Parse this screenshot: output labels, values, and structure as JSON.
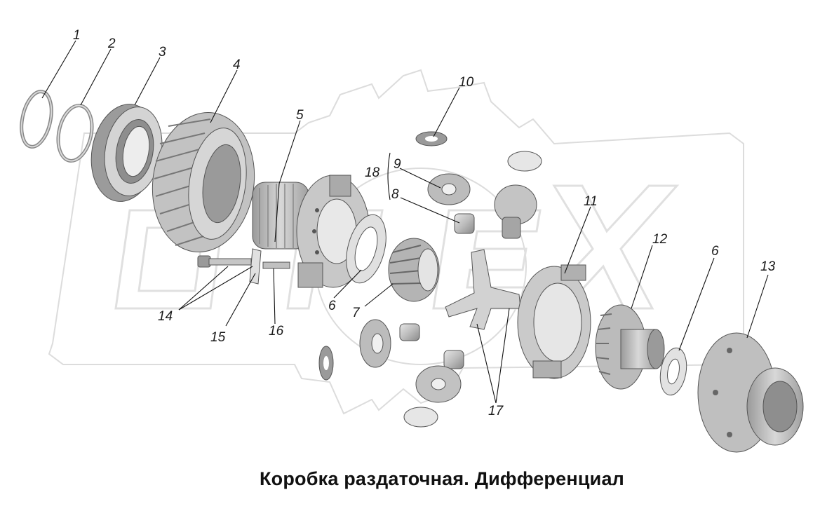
{
  "caption": "Коробка раздаточная. Дифференциал",
  "callouts": {
    "n1": "1",
    "n2": "2",
    "n3": "3",
    "n4": "4",
    "n5": "5",
    "n6a": "6",
    "n6b": "6",
    "n7": "7",
    "n8": "8",
    "n9": "9",
    "n10": "10",
    "n11": "11",
    "n12": "12",
    "n13": "13",
    "n14": "14",
    "n15": "15",
    "n16": "16",
    "n17": "17",
    "n18": "18"
  },
  "colors": {
    "part_fill": "#bdbdbd",
    "part_dark": "#8e8e8e",
    "part_light": "#e2e2e2",
    "watermark_stroke": "#dcdcdc",
    "text": "#111111"
  }
}
